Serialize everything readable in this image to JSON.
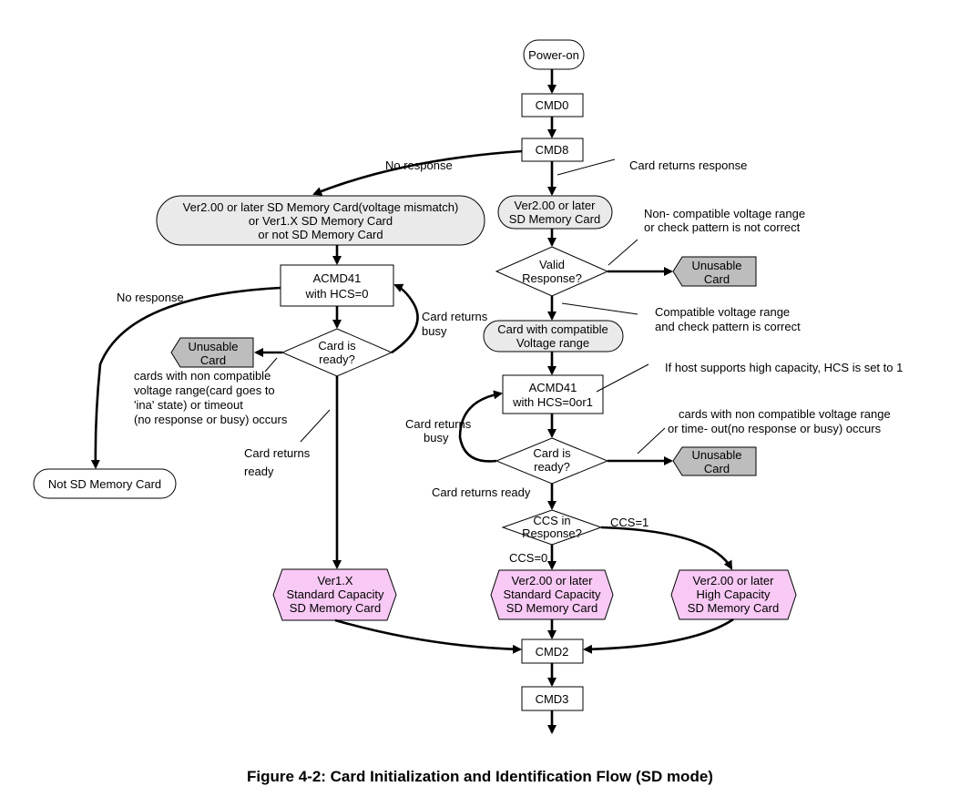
{
  "nodes": {
    "power_on": "Power-on",
    "cmd0": "CMD0",
    "cmd8": "CMD8",
    "left_card": [
      "Ver2.00 or later SD Memory Card(voltage mismatch)",
      "or Ver1.X SD Memory Card",
      "or not SD Memory Card"
    ],
    "right_card": [
      "Ver2.00 or later",
      "SD Memory Card"
    ],
    "valid_response": [
      "Valid",
      "Response?"
    ],
    "unusable_1": [
      "Unusable",
      "Card"
    ],
    "compat_card": [
      "Card with compatible",
      "Voltage range"
    ],
    "acmd41_left": [
      "ACMD41",
      "with HCS=0"
    ],
    "ready_left": [
      "Card is",
      "ready?"
    ],
    "unusable_left": [
      "Unusable",
      "Card"
    ],
    "not_sd": "Not SD Memory Card",
    "acmd41_right": [
      "ACMD41",
      "with HCS=0or1"
    ],
    "ready_right": [
      "Card is",
      "ready?"
    ],
    "unusable_2": [
      "Unusable",
      "Card"
    ],
    "ccs": [
      "CCS in",
      "Response?"
    ],
    "v1x_std": [
      "Ver1.X",
      "Standard Capacity",
      "SD Memory Card"
    ],
    "v2_std": [
      "Ver2.00 or later",
      "Standard Capacity",
      "SD Memory Card"
    ],
    "v2_high": [
      "Ver2.00 or later",
      "High Capacity",
      "SD Memory Card"
    ],
    "cmd2": "CMD2",
    "cmd3": "CMD3"
  },
  "labels": {
    "no_response_1": "No response",
    "card_returns_response": "Card returns response",
    "non_compatible": [
      "Non-   compatible voltage range",
      "or check pattern is not correct"
    ],
    "compatible": [
      "Compatible voltage range",
      "and check pattern is correct"
    ],
    "no_response_2": "No response",
    "card_returns_busy_left": [
      "Card returns",
      "busy"
    ],
    "cards_non_compatible_left": [
      "cards with non compatible",
      "voltage range(card goes to",
      "'ina' state) or timeout",
      "(no response or busy) occurs"
    ],
    "card_returns_ready_left": [
      "Card returns",
      "ready"
    ],
    "host_supports": "If host supports high capacity, HCS is set to 1",
    "card_returns_busy_right": [
      "Card returns",
      "busy"
    ],
    "cards_non_compatible_right": [
      "cards with non compatible voltage range",
      "or time-   out(no response or busy) occurs"
    ],
    "card_returns_ready_right": "Card returns ready",
    "ccs1": "CCS=1",
    "ccs0": "CCS=0"
  },
  "caption": "Figure 4-2: Card Initialization and Identification Flow (SD mode)"
}
